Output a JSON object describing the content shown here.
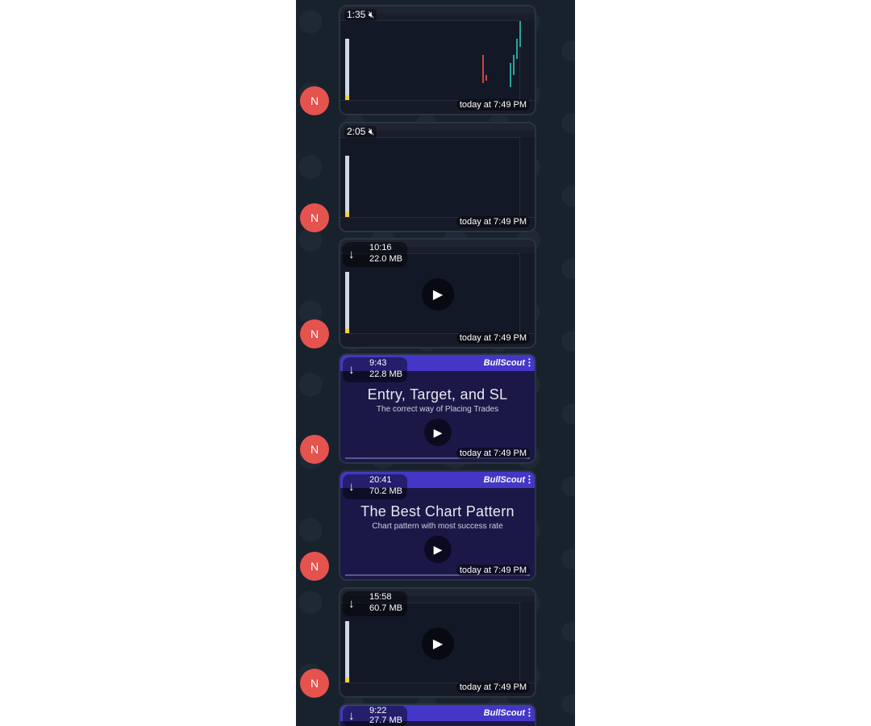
{
  "avatar_letter": "N",
  "avatar_color": "#e5534f",
  "messages": [
    {
      "type": "screen",
      "duration": "1:35",
      "muted": true,
      "time": "today at 7:49 PM"
    },
    {
      "type": "screen",
      "duration": "2:05",
      "muted": true,
      "time": "today at 7:49 PM"
    },
    {
      "type": "screen",
      "duration": "10:16",
      "size": "22.0 MB",
      "time": "today at 7:49 PM"
    },
    {
      "type": "bull",
      "duration": "9:43",
      "size": "22.8 MB",
      "logo": "BullScout",
      "title": "Entry, Target, and SL",
      "subtitle": "The correct way of Placing Trades",
      "time": "today at 7:49 PM"
    },
    {
      "type": "bull",
      "duration": "20:41",
      "size": "70.2 MB",
      "logo": "BullScout",
      "title": "The Best Chart Pattern",
      "subtitle": "Chart pattern with most success rate",
      "time": "today at 7:49 PM"
    },
    {
      "type": "screen",
      "duration": "15:58",
      "size": "60.7 MB",
      "time": "today at 7:49 PM"
    },
    {
      "type": "bull",
      "duration": "9:22",
      "size": "27.7 MB",
      "logo": "BullScout",
      "title": "",
      "subtitle": "",
      "time": ""
    }
  ]
}
